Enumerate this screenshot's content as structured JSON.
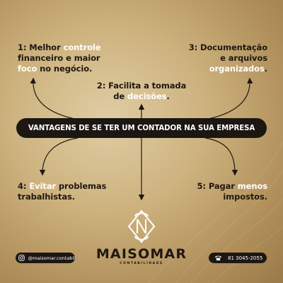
{
  "banner": "VANTAGENS DE SE TER UM CONTADOR NA SUA EMPRESA",
  "items": [
    {
      "a": "1: Melhor ",
      "h1": "controle",
      "b": "financeiro e maior",
      "h2": "foco",
      "c": " no negócio."
    },
    {
      "a": "2: Facilita a tomada",
      "b": "de ",
      "h1": "decisões",
      "c": "."
    },
    {
      "a": "3: Documentação",
      "b": "e arquivos",
      "h1": "organizados",
      "c": "."
    },
    {
      "a": "4: ",
      "h1": "Evitar",
      "b": " problemas",
      "c": "trabalhistas."
    },
    {
      "a": "5: Pagar ",
      "h1": "menos",
      "b": "impostos."
    }
  ],
  "brand": {
    "name": "MAISOMAR",
    "tagline": "CONTABILIDADE"
  },
  "social": {
    "instagram": "@maisomar.contabil",
    "phone": "81 3045-2055"
  },
  "icons": {
    "instagram": "instagram-icon",
    "phone": "phone-icon",
    "logo": "maisomar-logo-icon"
  },
  "colors": {
    "background": "#cdb27e",
    "dark": "#1c1713",
    "highlight": "#ffffff"
  }
}
